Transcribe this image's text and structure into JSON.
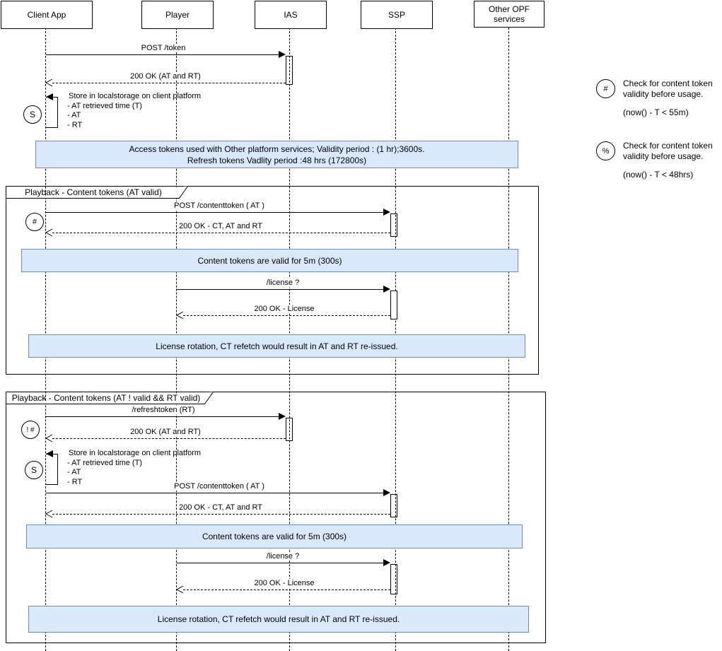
{
  "actors": [
    {
      "name": "Client App"
    },
    {
      "name": "Player"
    },
    {
      "name": "IAS"
    },
    {
      "name": "SSP"
    },
    {
      "name": "Other OPF services"
    }
  ],
  "messages": {
    "post_token": "POST /token",
    "ok_at_rt_1": "200 OK (AT and RT)",
    "post_contenttoken_1": "POST /contenttoken ( AT )",
    "ok_ct_at_rt_1": "200 OK - CT, AT and RT",
    "license_1": "/license ?",
    "ok_license_1": "200 OK - License",
    "refreshtoken": "/refreshtoken (RT)",
    "ok_at_rt_2": "200 OK (AT and RT)",
    "post_contenttoken_2": "POST /contenttoken ( AT )",
    "ok_ct_at_rt_2": "200 OK - CT, AT and RT",
    "license_2": "/license ?",
    "ok_license_2": "200 OK - License"
  },
  "self_messages": {
    "store_1": {
      "title": "Store in localstorage on client platform",
      "items": [
        "- AT retrieved time (T)",
        "- AT",
        "- RT"
      ]
    },
    "store_2": {
      "title": "Store in localstorage on client platform",
      "items": [
        "- AT retrieved time (T)",
        "- AT",
        "- RT"
      ]
    }
  },
  "markers": {
    "s1": "S",
    "hash": "#",
    "bang_hash": "! #",
    "s2": "S"
  },
  "bands": {
    "access_tokens_line1": "Access tokens used with Other platform services; Validity period : (1 hr);3600s.",
    "access_tokens_line2": "Refresh tokens Vadlity period :48 hrs (172800s)",
    "content_valid_1": "Content tokens are valid for 5m (300s)",
    "license_rotation_1": "License rotation, CT refetch would result in AT and RT re-issued.",
    "content_valid_2": "Content tokens are valid for 5m (300s)",
    "license_rotation_2": "License rotation, CT refetch would result in AT and RT re-issued."
  },
  "frames": {
    "frame1": "Playback - Content tokens (AT valid)",
    "frame2": "Playback - Content tokens (AT ! valid && RT valid)"
  },
  "notes": [
    {
      "symbol": "#",
      "text": "Check for content token validity before usage.",
      "formula": "(now() - T < 55m)"
    },
    {
      "symbol": "%",
      "text": "Check for content token validity before usage.",
      "formula": "(now() - T <  48hrs)"
    }
  ],
  "colors": {
    "band_fill": "#dae8fc",
    "band_border": "#6c8ebf",
    "line": "#000000"
  }
}
